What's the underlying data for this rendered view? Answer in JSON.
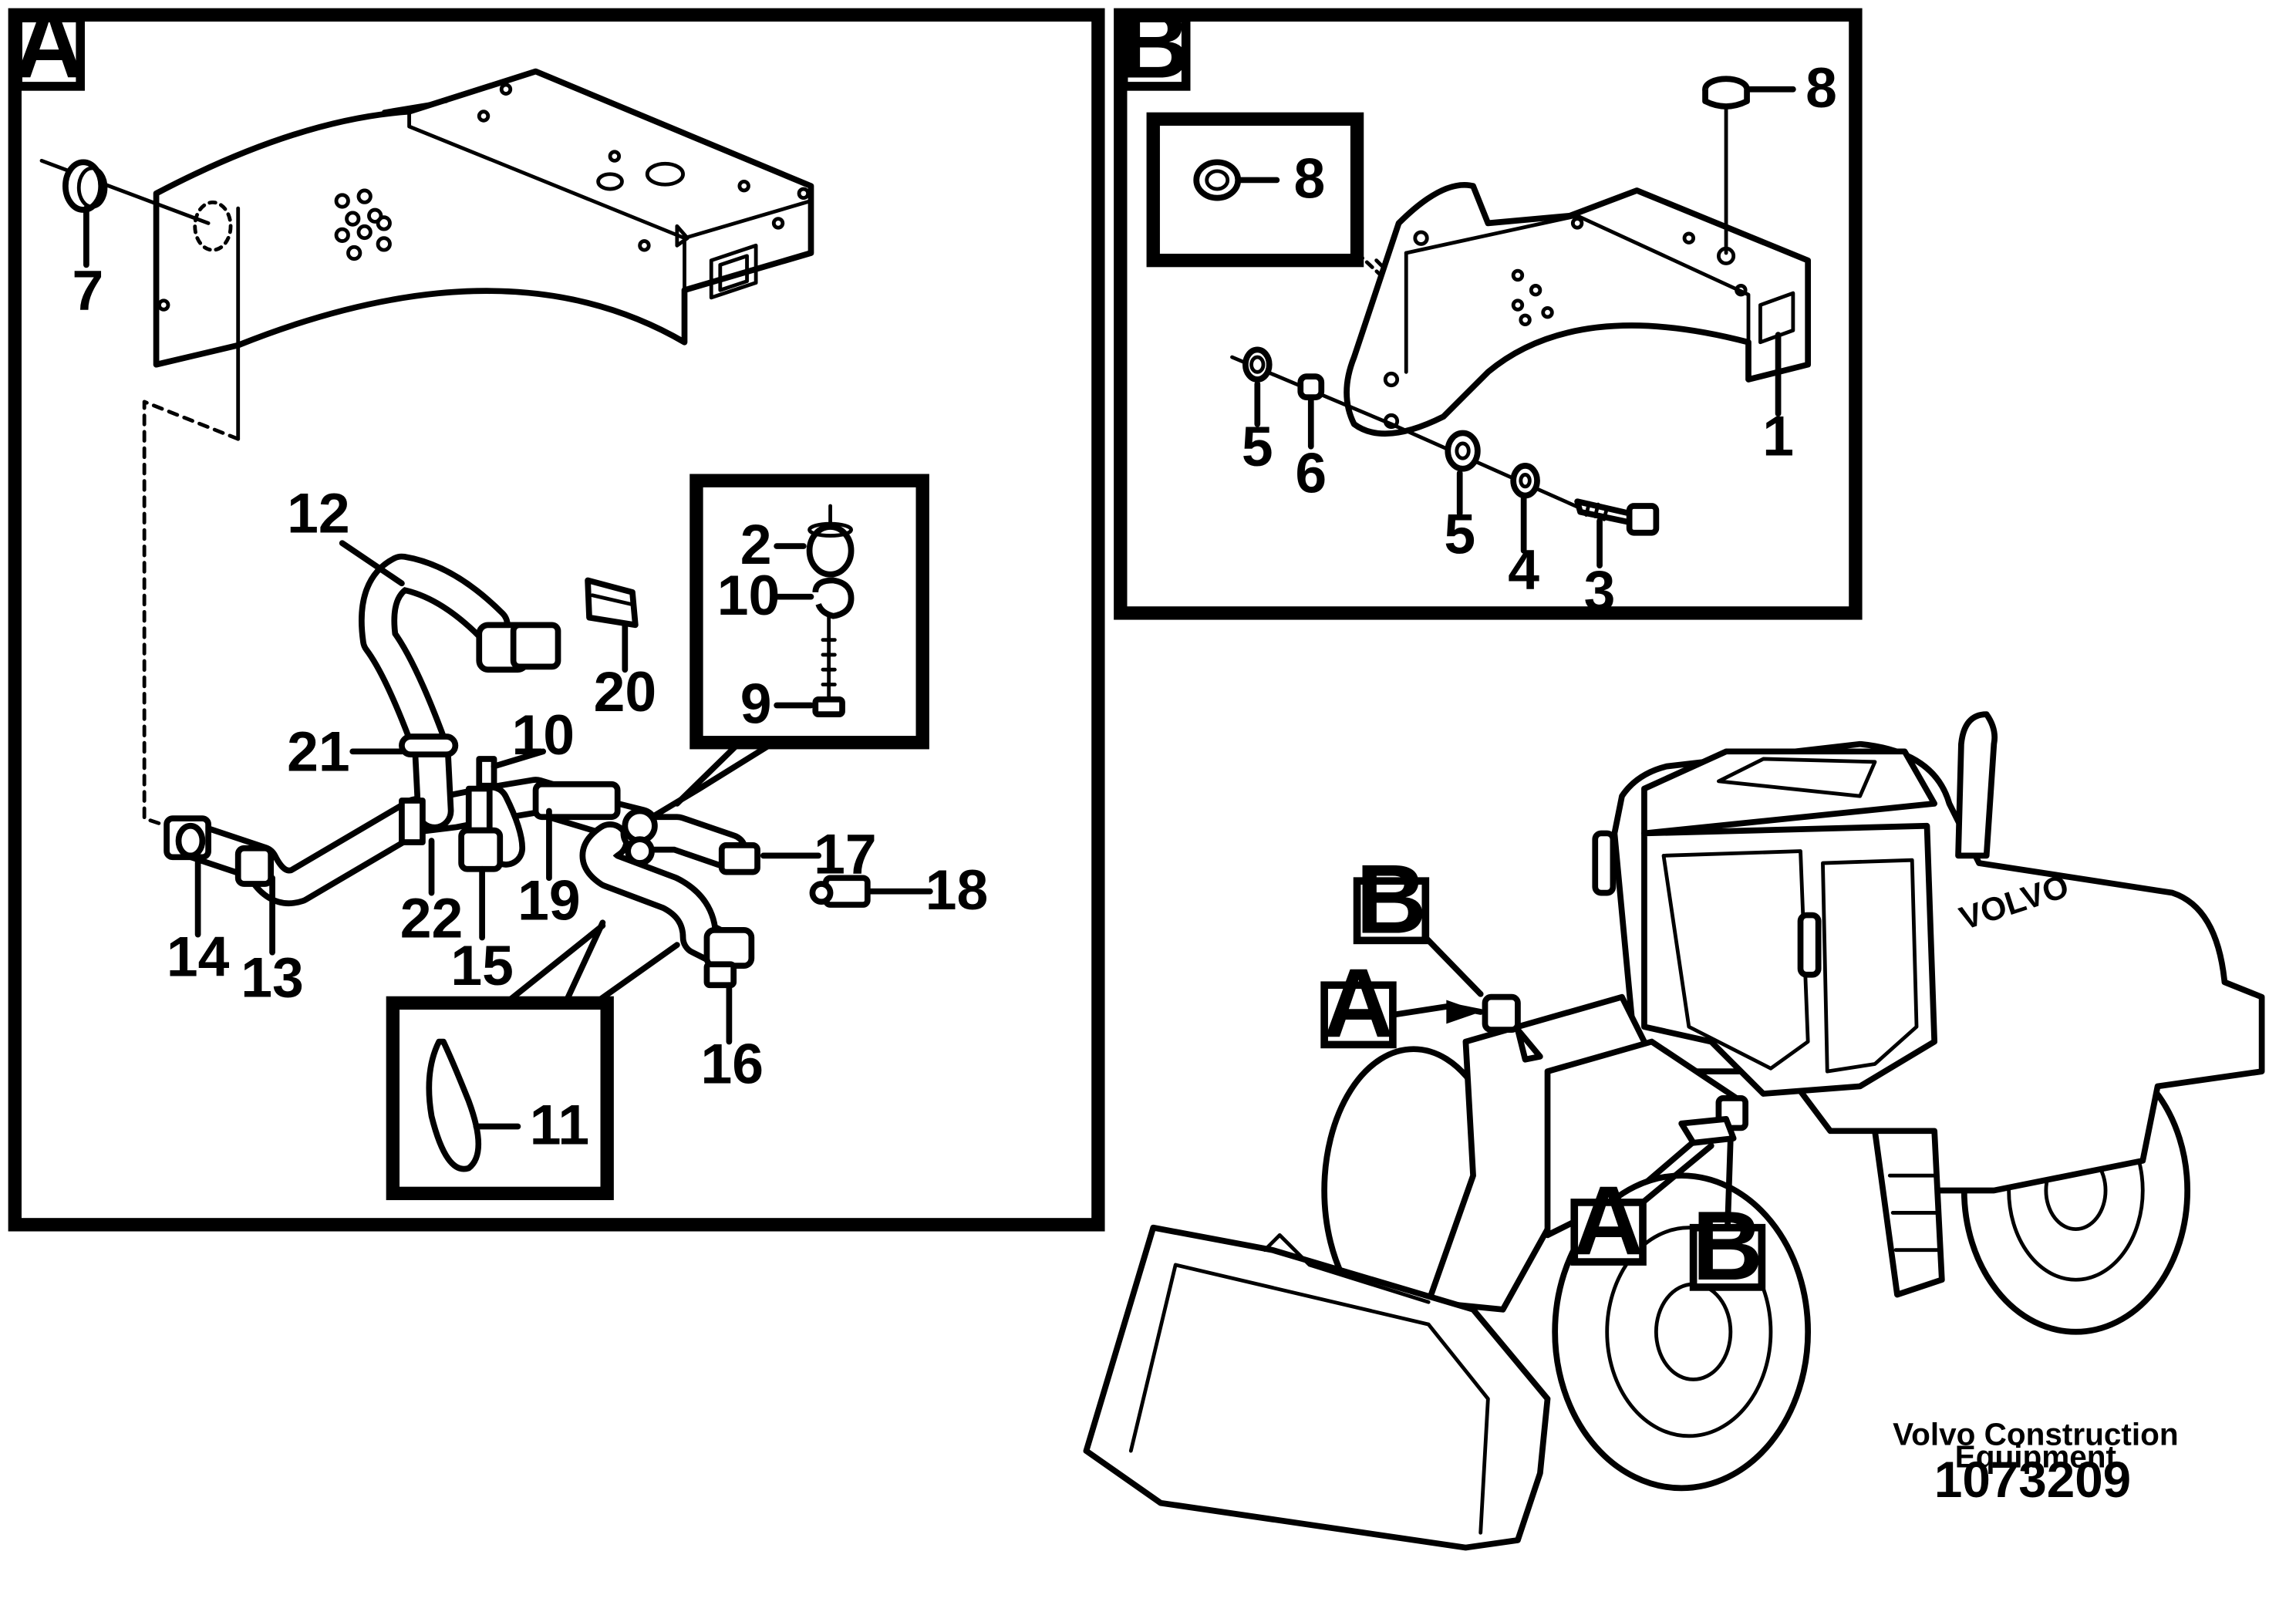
{
  "panel_a": {
    "letter": "A",
    "callouts": [
      "7",
      "12",
      "20",
      "21",
      "10",
      "22",
      "14",
      "13",
      "15",
      "19",
      "17",
      "18",
      "16",
      "11",
      "2",
      "10",
      "9"
    ]
  },
  "panel_b": {
    "letter": "B",
    "callouts": [
      "8",
      "8",
      "5",
      "6",
      "5",
      "4",
      "3",
      "1"
    ]
  },
  "machine_view": {
    "tags": [
      "B",
      "A",
      "A",
      "B"
    ],
    "brand_text": "VOLVO"
  },
  "footer": {
    "company_line1": "Volvo Construction",
    "company_line2": "Equipment",
    "drawing_number": "1073209"
  }
}
